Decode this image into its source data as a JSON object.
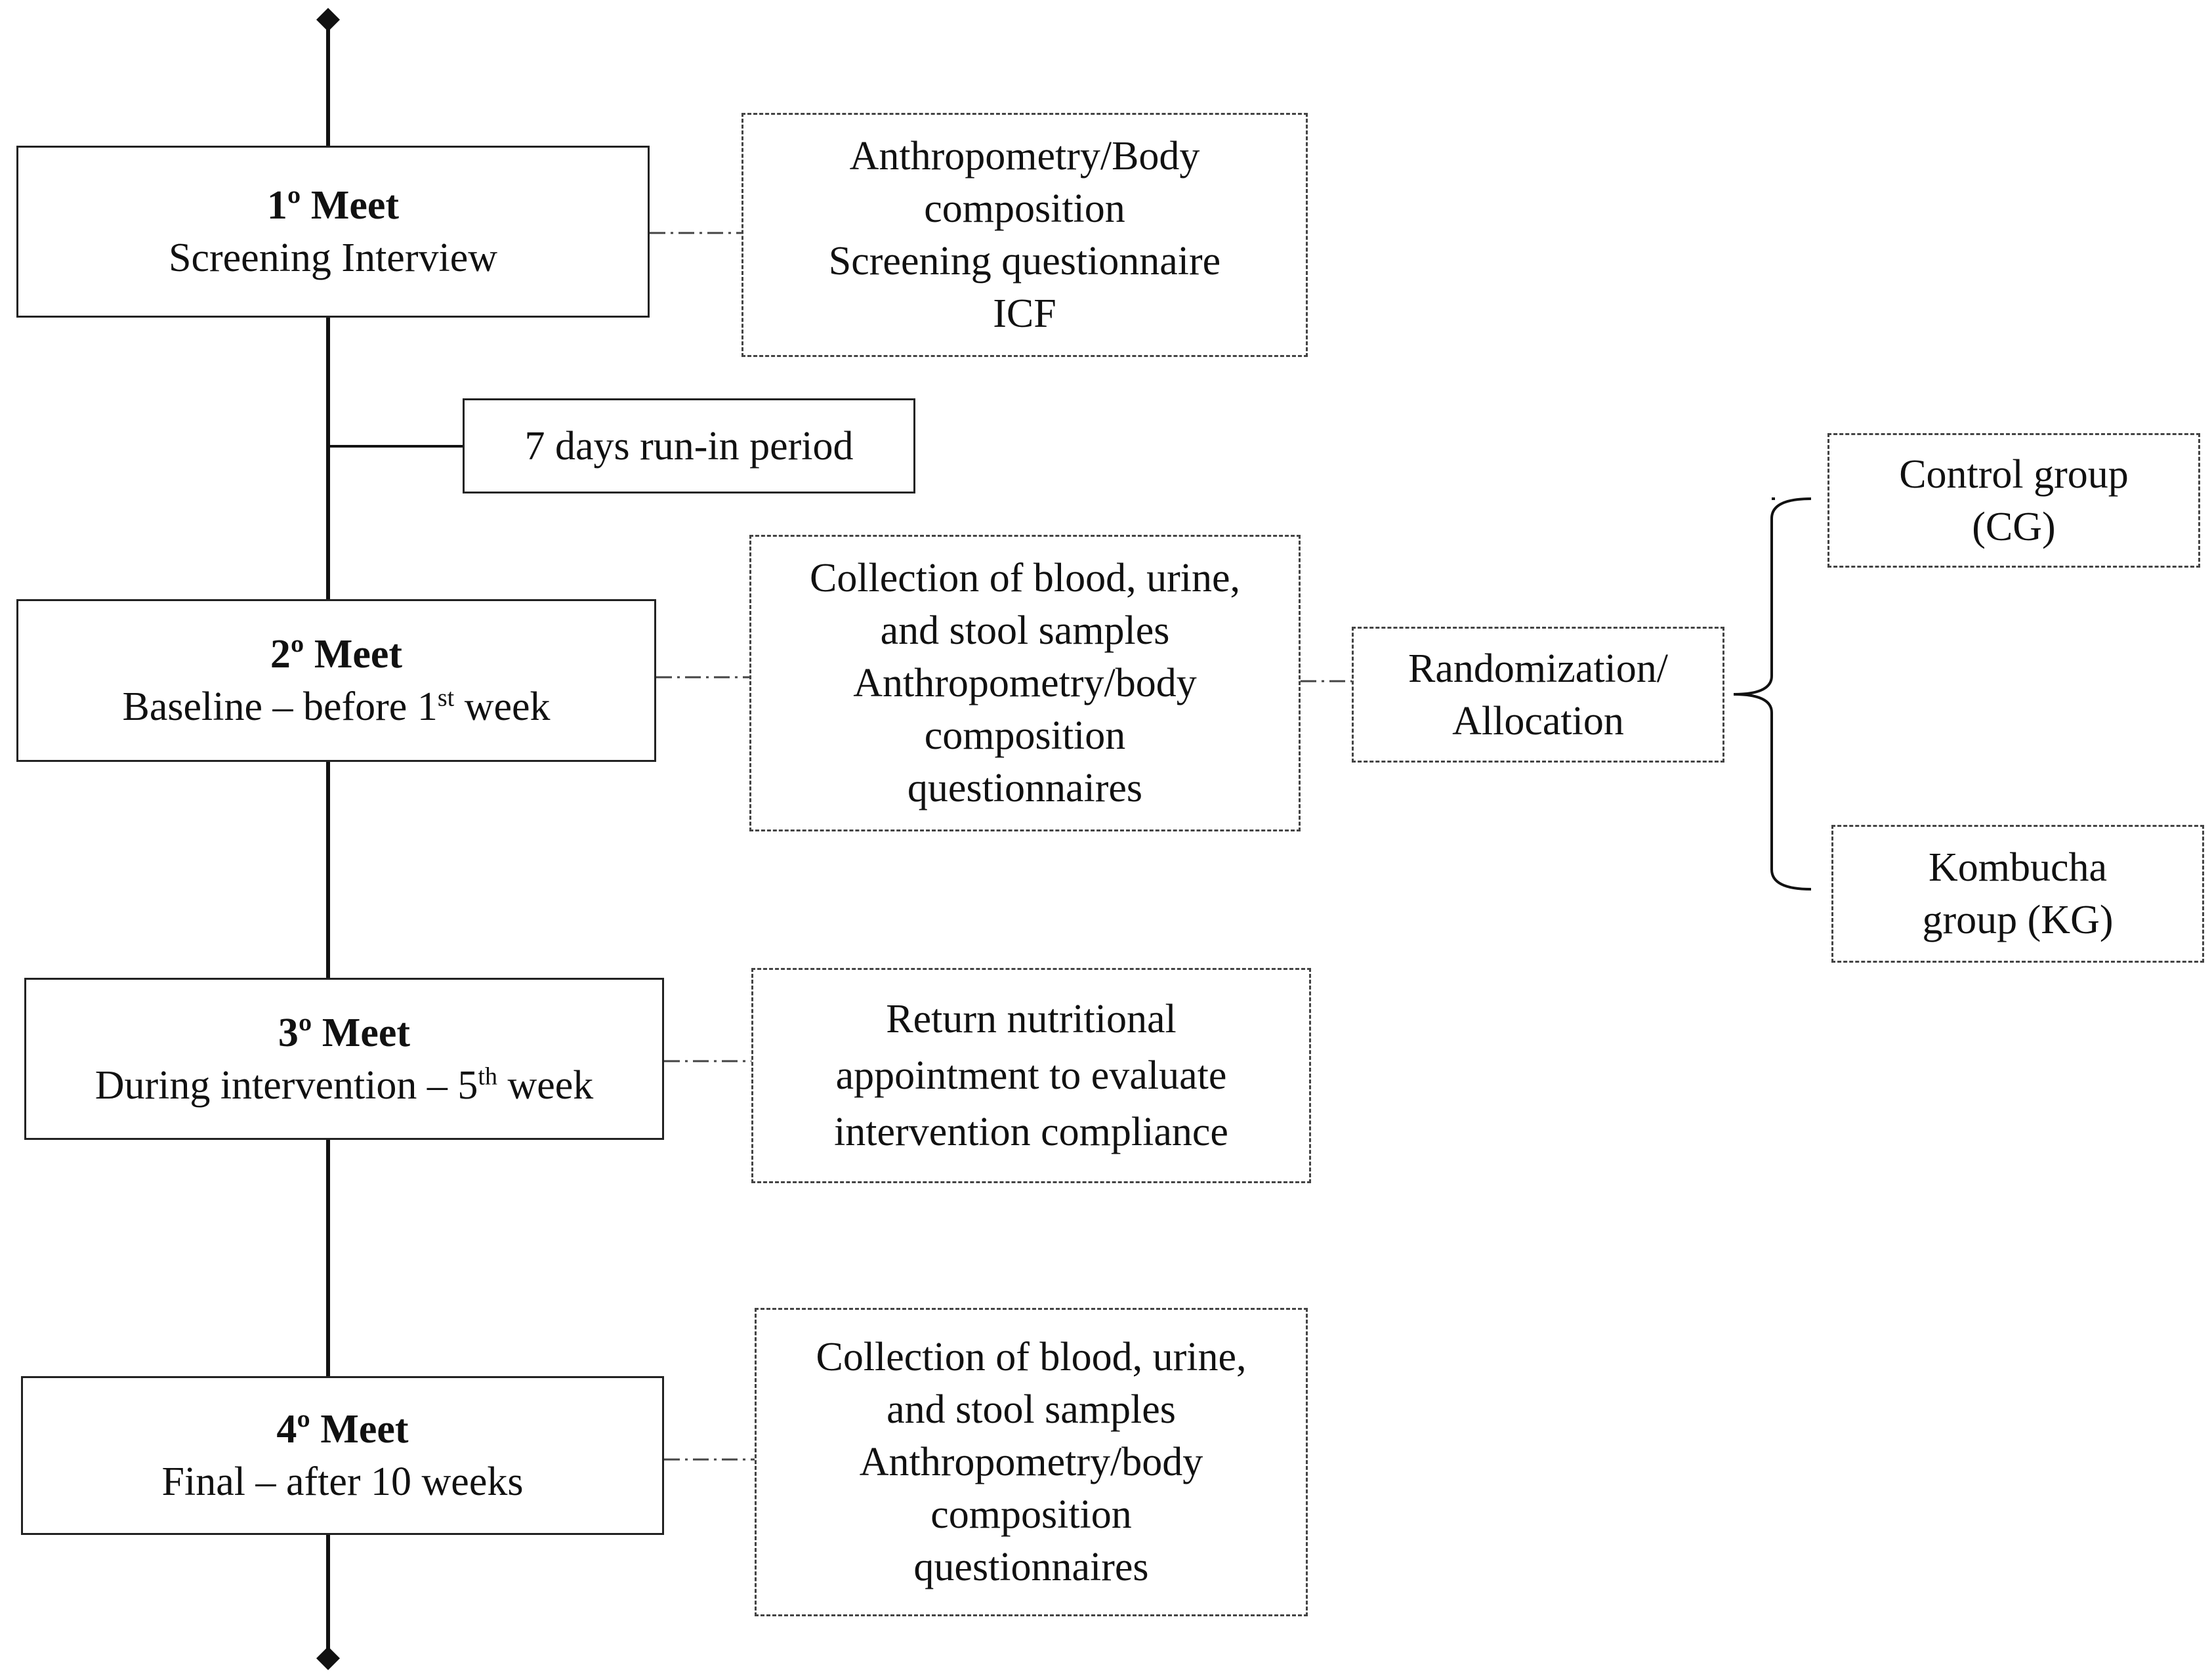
{
  "timeline": [
    {
      "title": "1º Meet",
      "subtitle": "Screening Interview",
      "sup": "",
      "subtitle_after": "",
      "details": [
        "Anthropometry/Body",
        "composition",
        "Screening questionnaire",
        "ICF"
      ]
    },
    {
      "title": "2º Meet",
      "subtitle": "Baseline – before 1",
      "sup": "st",
      "subtitle_after": " week",
      "details": [
        "Collection of blood, urine,",
        "and stool samples",
        "Anthropometry/body",
        "composition",
        "questionnaires"
      ]
    },
    {
      "title": "3º Meet",
      "subtitle": "During intervention – 5",
      "sup": "th",
      "subtitle_after": " week",
      "details": [
        "Return nutritional",
        "appointment to evaluate",
        "intervention compliance"
      ]
    },
    {
      "title": "4º Meet",
      "subtitle": "Final – after 10 weeks",
      "sup": "",
      "subtitle_after": "",
      "details": [
        "Collection of blood, urine,",
        "and stool samples",
        "Anthropometry/body",
        "composition",
        "questionnaires"
      ]
    }
  ],
  "run_in": "7 days run-in period",
  "randomization": [
    "Randomization/",
    "Allocation"
  ],
  "groups": {
    "control": [
      "Control group",
      "(CG)"
    ],
    "kombucha": [
      "Kombucha",
      "group (KG)"
    ]
  }
}
